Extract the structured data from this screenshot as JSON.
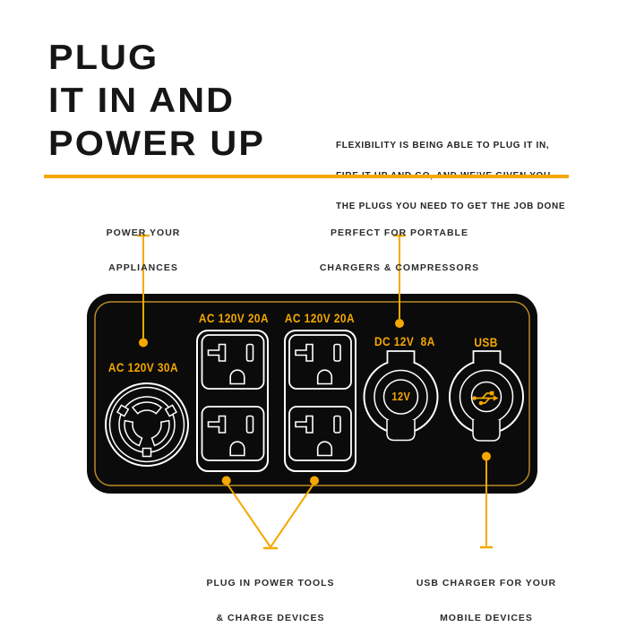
{
  "header": {
    "title_lines": [
      "PLUG",
      "IT IN AND",
      "POWER UP"
    ],
    "tagline_lines": [
      "FLEXIBILITY IS BEING ABLE TO PLUG IT IN,",
      "FIRE IT UP AND GO, AND WE’VE GIVEN YOU",
      "THE PLUGS YOU NEED TO GET THE JOB DONE"
    ]
  },
  "callouts": {
    "appliances": {
      "lines": [
        "POWER YOUR",
        "APPLIANCES"
      ]
    },
    "chargers": {
      "lines": [
        "PERFECT FOR PORTABLE",
        "CHARGERS & COMPRESSORS"
      ]
    },
    "tools": {
      "lines": [
        "PLUG IN POWER TOOLS",
        "& CHARGE DEVICES"
      ]
    },
    "usb": {
      "lines": [
        "USB CHARGER FOR YOUR",
        "MOBILE DEVICES"
      ]
    }
  },
  "panel": {
    "outlet_30a_label": "AC 120V 30A",
    "duplex_left_label": "AC 120V 20A",
    "duplex_right_label": "AC 120V 20A",
    "dc_label": "DC 12V  8A",
    "usb_label": "USB",
    "dc_socket_text": "12V"
  },
  "icons": {
    "twist_lock": "twist-lock-outlet-icon",
    "duplex": "duplex-outlet-icon",
    "dc_socket": "dc-12v-socket-icon",
    "usb_port": "usb-port-icon",
    "usb_symbol": "usb-trident-icon"
  },
  "colors": {
    "amber": "#F5A800",
    "panel_black": "#0B0B0B",
    "panel_inner_border": "#BA8A25",
    "outline_white": "#FFFFFF",
    "ink": "#161616"
  }
}
